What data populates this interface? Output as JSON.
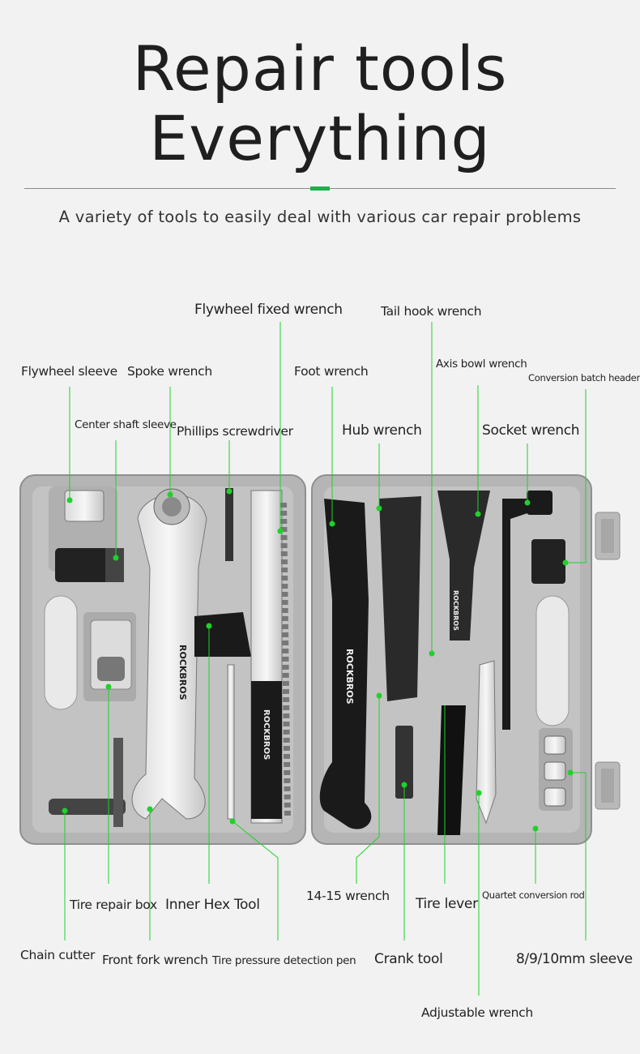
{
  "header": {
    "title_line1": "Repair tools",
    "title_line2": "Everything",
    "subtitle": "A variety of tools to easily deal with various car repair problems"
  },
  "product": {
    "brand": "ROCKBROS",
    "case_color": "#bdbdbd",
    "pointer_color": "#1fd12a"
  },
  "labels": {
    "flywheel_fixed_wrench": "Flywheel fixed wrench",
    "tail_hook_wrench": "Tail hook wrench",
    "flywheel_sleeve": "Flywheel sleeve",
    "spoke_wrench": "Spoke wrench",
    "foot_wrench": "Foot wrench",
    "axis_bowl_wrench": "Axis bowl wrench",
    "conversion_batch_header": "Conversion batch header",
    "center_shaft_sleeve": "Center shaft sleeve",
    "phillips_screwdriver": "Phillips screwdriver",
    "hub_wrench": "Hub wrench",
    "socket_wrench": "Socket wrench",
    "tire_repair_box": "Tire repair box",
    "inner_hex_tool": "Inner Hex Tool",
    "wrench_14_15": "14-15 wrench",
    "tire_lever": "Tire lever",
    "quartet_conversion_rod": "Quartet conversion rod",
    "chain_cutter": "Chain cutter",
    "front_fork_wrench": "Front fork wrench",
    "tire_pressure_detection_pen": "Tire pressure detection pen",
    "crank_tool": "Crank tool",
    "sleeve_8_9_10": "8/9/10mm sleeve",
    "adjustable_wrench": "Adjustable wrench"
  }
}
